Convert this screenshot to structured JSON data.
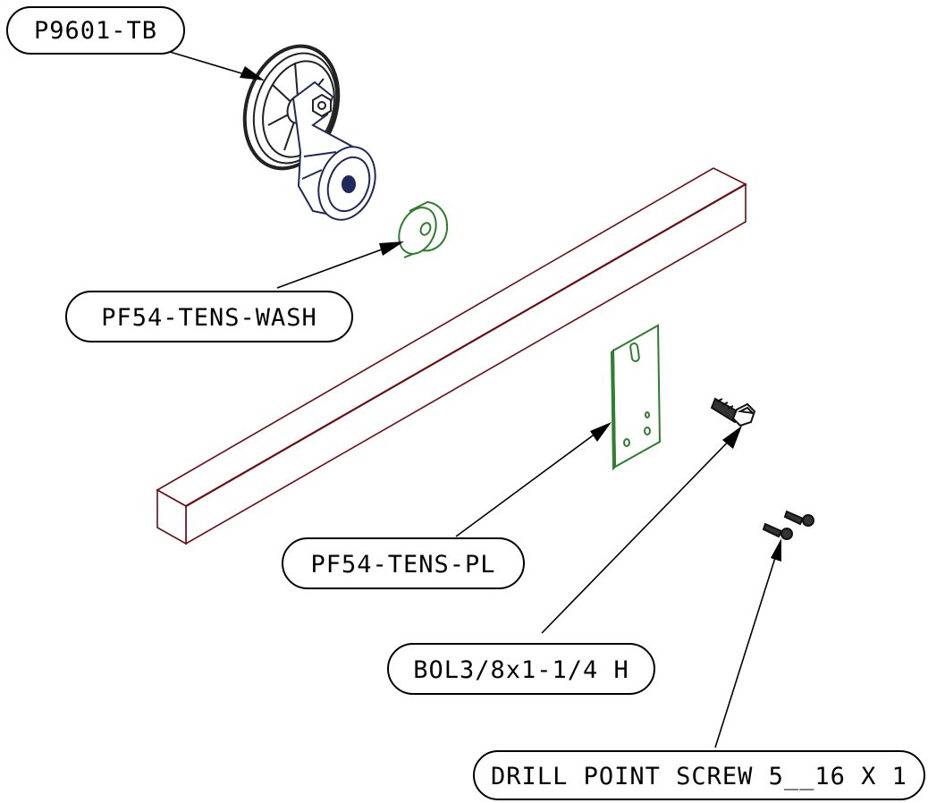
{
  "callouts": {
    "pulley": "P9601-TB",
    "washer": "PF54-TENS-WASH",
    "plate": "PF54-TENS-PL",
    "bolt": "BOL3/8x1-1/4 H",
    "screw": "DRILL POINT SCREW 5__16 X 1"
  },
  "colors": {
    "pulley_assembly": "#1f2a5c",
    "pulley_wheel": "#222222",
    "washer": "#2e7d2e",
    "plate": "#2e7d2e",
    "beam": "#6b0f12",
    "bolt": "#111111",
    "screw": "#111111",
    "callout_outline": "#000000"
  },
  "icons": {
    "pulley": "tensioner-pulley-assembly",
    "washer": "tension-washer",
    "beam": "wood-beam",
    "plate": "tension-plate",
    "bolt": "hex-bolt",
    "screw": "drill-point-screw"
  }
}
